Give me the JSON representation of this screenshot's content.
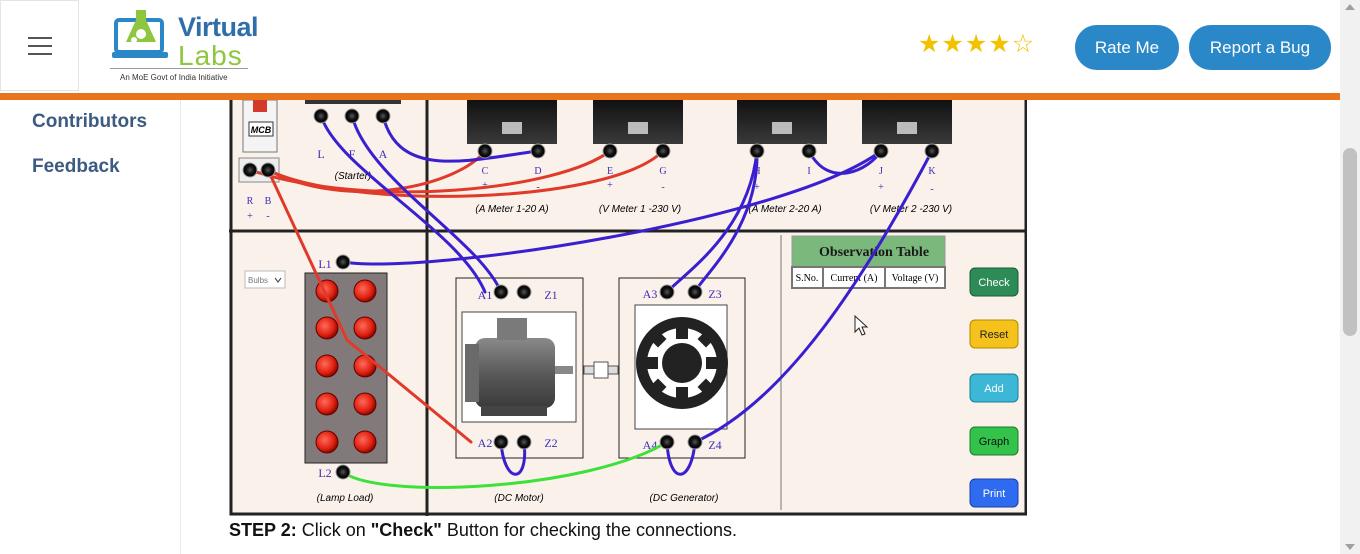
{
  "header": {
    "logo": {
      "virtual": "Virtual",
      "labs": "Labs",
      "tagline": "An MoE Govt of India Initiative"
    },
    "rating": {
      "value": 4,
      "max": 5
    },
    "rate_button": "Rate Me",
    "bug_button": "Report a Bug"
  },
  "sidebar": {
    "items": [
      {
        "label": "Contributors"
      },
      {
        "label": "Feedback"
      }
    ]
  },
  "colors": {
    "accent_orange": "#e8741b",
    "button_blue": "#2a87c8",
    "nav_text": "#3d5a80",
    "wire_red": "#e03a2a",
    "wire_blue": "#3a1fd0",
    "wire_green": "#3ee03a"
  },
  "experiment": {
    "mcb_label": "MCB",
    "supply_terminals": {
      "r": "R",
      "b": "B",
      "plus": "+",
      "minus": "-"
    },
    "starter": {
      "l": "L",
      "f": "F",
      "a": "A",
      "caption": "(Starter)"
    },
    "meters": [
      {
        "t1": "C",
        "t2": "D",
        "caption": "(A Meter 1-20 A)"
      },
      {
        "t1": "E",
        "t2": "G",
        "caption": "(V Meter 1 -230 V)"
      },
      {
        "t1": "H",
        "t2": "I",
        "caption": "(A Meter 2-20 A)"
      },
      {
        "t1": "J",
        "t2": "K",
        "caption": "(V Meter 2 -230 V)"
      }
    ],
    "polarity": {
      "plus": "+",
      "minus": "-"
    },
    "load": {
      "select_value": "Bulbs",
      "l1": "L1",
      "l2": "L2",
      "caption": "(Lamp Load)"
    },
    "motor": {
      "a1": "A1",
      "z1": "Z1",
      "a2": "A2",
      "z2": "Z2",
      "caption": "(DC Motor)"
    },
    "generator": {
      "a3": "A3",
      "z3": "Z3",
      "a4": "A4",
      "z4": "Z4",
      "caption": "(DC Generator)"
    },
    "observation_table": {
      "title": "Observation Table",
      "columns": [
        "S.No.",
        "Current (A)",
        "Voltage (V)"
      ]
    },
    "buttons": {
      "check": "Check",
      "reset": "Reset",
      "add": "Add",
      "graph": "Graph",
      "print": "Print"
    }
  },
  "step": {
    "prefix": "STEP 2:",
    "text1": " Click on ",
    "highlight": "\"Check\"",
    "text2": " Button for checking the connections."
  }
}
